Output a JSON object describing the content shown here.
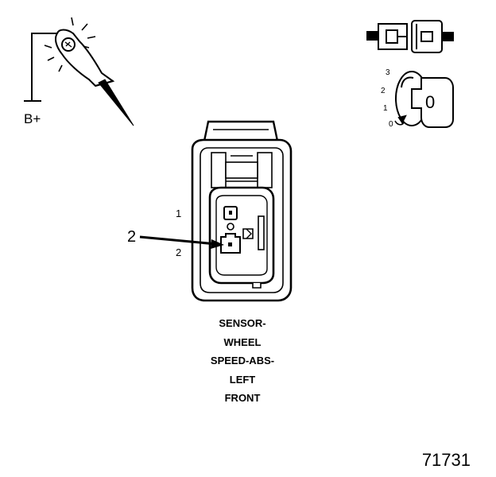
{
  "labels": {
    "battery": "B+",
    "pin_1": "1",
    "pin_2": "2",
    "callout": "2",
    "key_positions": [
      "3",
      "2",
      "1",
      "0"
    ],
    "key_glyph": "0"
  },
  "caption_lines": [
    "SENSOR-",
    "WHEEL",
    "SPEED-ABS-",
    "LEFT",
    "FRONT"
  ],
  "figure_number": "71731"
}
